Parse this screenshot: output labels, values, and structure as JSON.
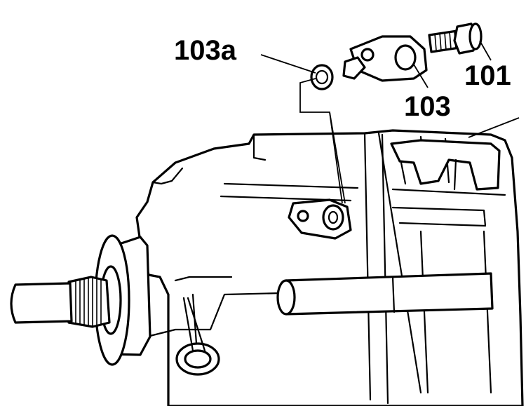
{
  "callouts": {
    "c103a": "103a",
    "c101": "101",
    "c103": "103"
  },
  "colors": {
    "ink": "#000000",
    "paper": "#ffffff"
  }
}
